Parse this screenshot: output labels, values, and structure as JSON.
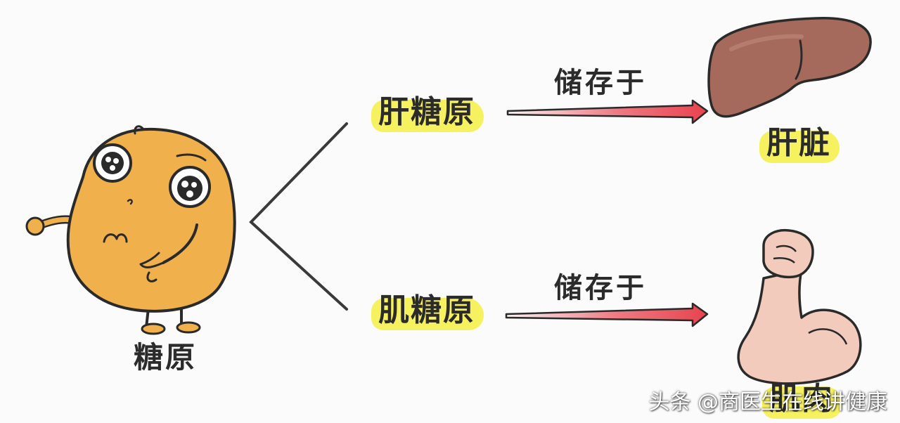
{
  "root": {
    "label": "糖原"
  },
  "branches": [
    {
      "label": "肝糖原",
      "relation": "储存于",
      "target": "肝脏",
      "icon": "liver-icon"
    },
    {
      "label": "肌糖原",
      "relation": "储存于",
      "target": "肌肉",
      "icon": "flexed-arm-icon"
    }
  ],
  "watermark": "头条 @商医生在线讲健康",
  "colors": {
    "highlight": "#f6f15e",
    "arrow": "#e8434f",
    "mascot": "#f0b04b",
    "liver": "#a66a5c",
    "arm": "#f3cbbd"
  },
  "mascot_icon": "glycogen-mascot-icon"
}
